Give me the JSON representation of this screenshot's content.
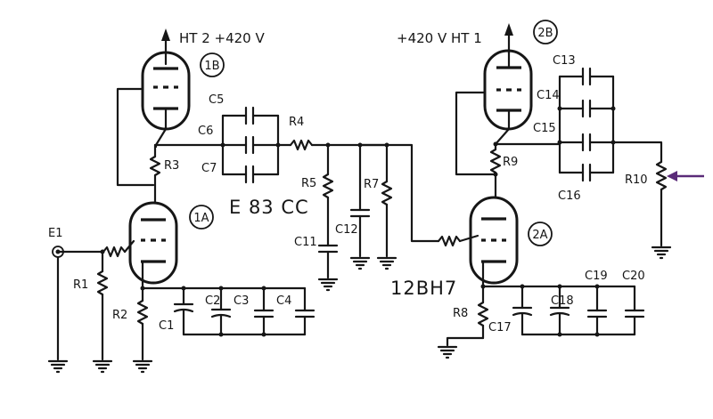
{
  "supply": {
    "ht2_label": "HT 2 +420 V",
    "ht1_label": "+420 V  HT 1"
  },
  "tubes": {
    "t1b": "1B",
    "t1a": "1A",
    "t2b": "2B",
    "t2a": "2A",
    "type1": "E 83 CC",
    "type2": "12BH7"
  },
  "input": {
    "label": "E1"
  },
  "resistors": {
    "r1": "R1",
    "r2": "R2",
    "r3": "R3",
    "r4": "R4",
    "r5": "R5",
    "r7": "R7",
    "r8": "R8",
    "r9": "R9",
    "r10": "R10"
  },
  "capacitors": {
    "c1": "C1",
    "c2": "C2",
    "c3": "C3",
    "c4": "C4",
    "c5": "C5",
    "c6": "C6",
    "c7": "C7",
    "c11": "C11",
    "c12": "C12",
    "c13": "C13",
    "c14": "C14",
    "c15": "C15",
    "c16": "C16",
    "c17": "C17",
    "c18": "C18",
    "c19": "C19",
    "c20": "C20"
  },
  "colors": {
    "ink": "#161616",
    "arrow": "#5a2a78"
  }
}
